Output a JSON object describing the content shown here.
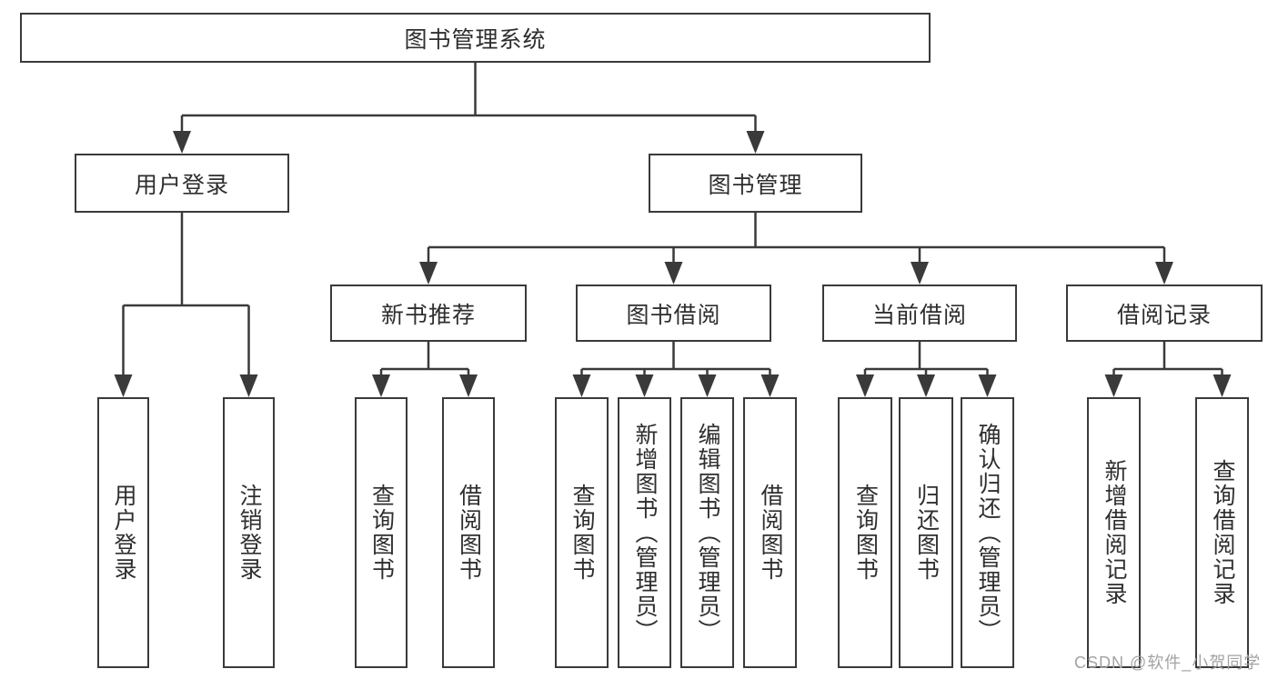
{
  "tree": {
    "root": "图书管理系统",
    "level2": [
      "用户登录",
      "图书管理"
    ],
    "level3": [
      "新书推荐",
      "图书借阅",
      "当前借阅",
      "借阅记录"
    ],
    "leaves_user_login": [
      "用户登录",
      "注销登录"
    ],
    "leaves_new_book": [
      "查询图书",
      "借阅图书"
    ],
    "leaves_book_borrow": [
      "查询图书",
      "新增图书（管理员）",
      "编辑图书（管理员）",
      "借阅图书"
    ],
    "leaves_current_borrow": [
      "查询图书",
      "归还图书",
      "确认归还（管理员）"
    ],
    "leaves_records": [
      "新增借阅记录",
      "查询借阅记录"
    ]
  },
  "watermark": "CSDN @软件_小贺同学",
  "colors": {
    "line": "#3a3a3a",
    "text": "#2e2e2e",
    "watermark_text": "#a3a3a3",
    "background": "#ffffff"
  }
}
